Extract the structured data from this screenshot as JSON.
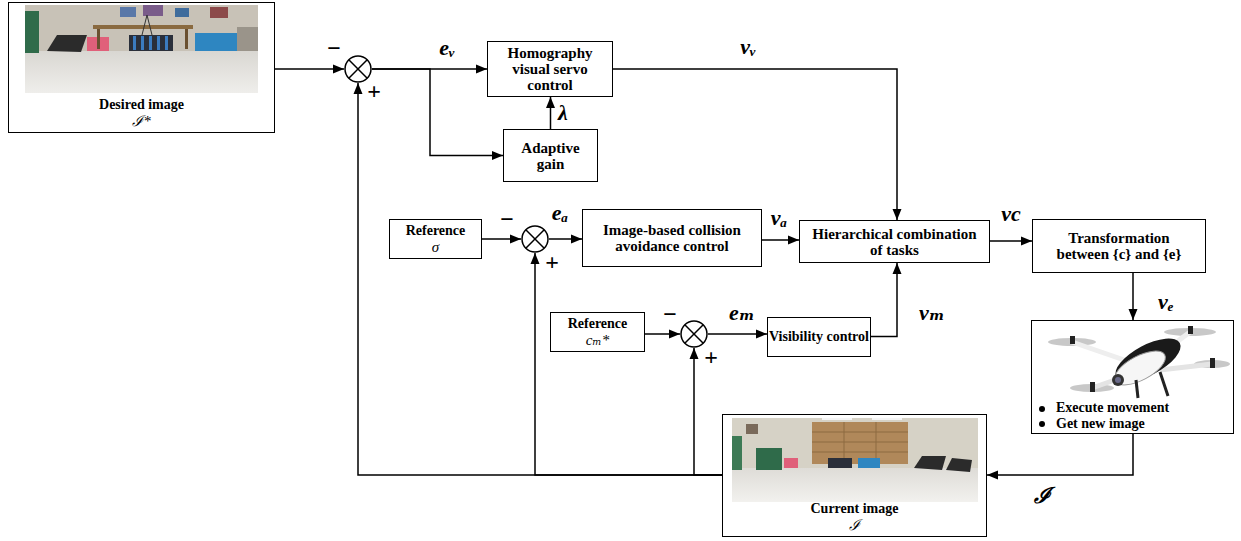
{
  "diagram": {
    "nodes": [
      {
        "text": [
          "Desired image",
          "ℐ*"
        ]
      },
      {
        "text": [
          "−",
          "+"
        ]
      },
      {
        "text": [
          "Homography visual servo control"
        ]
      },
      {
        "text": [
          "Adaptive gain"
        ]
      },
      {
        "text": [
          "Reference",
          "σ"
        ]
      },
      {
        "text": [
          "−",
          "+"
        ]
      },
      {
        "text": [
          "Image-based collision avoidance control"
        ]
      },
      {
        "text": [
          "Hierarchical combination of tasks"
        ]
      },
      {
        "text": [
          "Transformation between {c} and {e}"
        ]
      },
      {
        "text": [
          "Reference",
          "cₘ*"
        ]
      },
      {
        "text": [
          "−",
          "+"
        ]
      },
      {
        "text": [
          "Visibility control"
        ]
      },
      {
        "text": [
          "Execute movement",
          "Get new image"
        ]
      },
      {
        "text": [
          "Current image",
          "ℐ"
        ]
      }
    ],
    "edges": [
      {
        "from": 0,
        "to": 1,
        "arrow": "to"
      },
      {
        "from": 1,
        "to": 2,
        "label": "eᵥ",
        "arrow": "to"
      },
      {
        "from": 1,
        "to": 3,
        "arrow": "to"
      },
      {
        "from": 3,
        "to": 2,
        "label": "λ",
        "arrow": "to"
      },
      {
        "from": 2,
        "to": 7,
        "label": "νᵥ",
        "arrow": "to"
      },
      {
        "from": 4,
        "to": 5,
        "arrow": "to"
      },
      {
        "from": 5,
        "to": 6,
        "label": "eₐ",
        "arrow": "to"
      },
      {
        "from": 6,
        "to": 7,
        "label": "νₐ",
        "arrow": "to"
      },
      {
        "from": 9,
        "to": 10,
        "arrow": "to"
      },
      {
        "from": 10,
        "to": 11,
        "label": "eₘ",
        "arrow": "to"
      },
      {
        "from": 11,
        "to": 7,
        "label": "νₘ",
        "arrow": "to"
      },
      {
        "from": 7,
        "to": 8,
        "label": "νc",
        "arrow": "to"
      },
      {
        "from": 8,
        "to": 12,
        "label": "νₑ",
        "arrow": "to"
      },
      {
        "from": 12,
        "to": 13,
        "label": "ℐ",
        "arrow": "to"
      },
      {
        "from": 13,
        "to": 1,
        "arrow": "to"
      },
      {
        "from": 13,
        "to": 5,
        "arrow": "to"
      },
      {
        "from": 13,
        "to": 10,
        "arrow": "to"
      }
    ]
  }
}
